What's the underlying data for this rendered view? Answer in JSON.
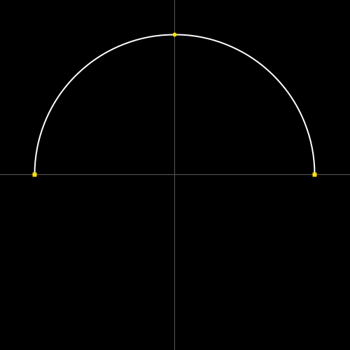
{
  "colors": {
    "background": "#000000",
    "axis": "#5a5a5a",
    "arc": "#ffffff",
    "point": "#ffe000"
  },
  "scene": {
    "axes": [
      {
        "name": "horizontal-axis",
        "orientation": "horizontal"
      },
      {
        "name": "vertical-axis",
        "orientation": "vertical"
      }
    ],
    "arc": {
      "name": "semicircle-arc",
      "radius": 1,
      "start_angle_deg": 0,
      "end_angle_deg": 180
    },
    "points": [
      {
        "name": "left-endpoint",
        "x": -1,
        "y": 0,
        "shape": "square"
      },
      {
        "name": "right-endpoint",
        "x": 1,
        "y": 0,
        "shape": "square"
      },
      {
        "name": "apex-point",
        "x": 0,
        "y": 1,
        "shape": "circle"
      }
    ]
  }
}
